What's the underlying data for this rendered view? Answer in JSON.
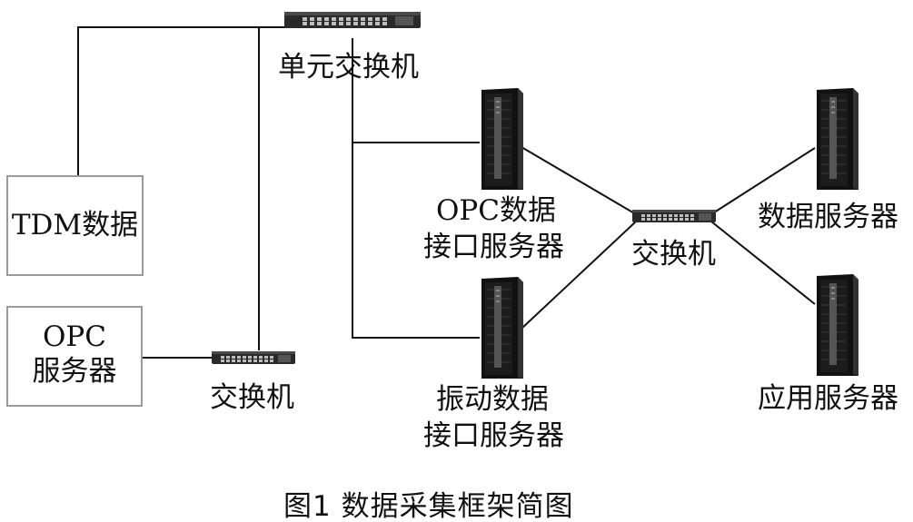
{
  "nodes": {
    "tdm_box": "TDM数据",
    "opc_box_line1": "OPC",
    "opc_box_line2": "服务器",
    "unit_switch": "单元交换机",
    "left_switch": "交换机",
    "center_switch": "交换机",
    "opc_if_server_line1": "OPC数据",
    "opc_if_server_line2": "接口服务器",
    "vib_if_server_line1": "振动数据",
    "vib_if_server_line2": "接口服务器",
    "data_server": "数据服务器",
    "app_server": "应用服务器"
  },
  "caption": "图1   数据采集框架简图",
  "colors": {
    "line": "#111111",
    "box_border": "#9a9a9a",
    "device_dark": "#1a1a1a"
  },
  "icons": {
    "switch": "network-switch-icon",
    "server": "tower-server-icon"
  }
}
